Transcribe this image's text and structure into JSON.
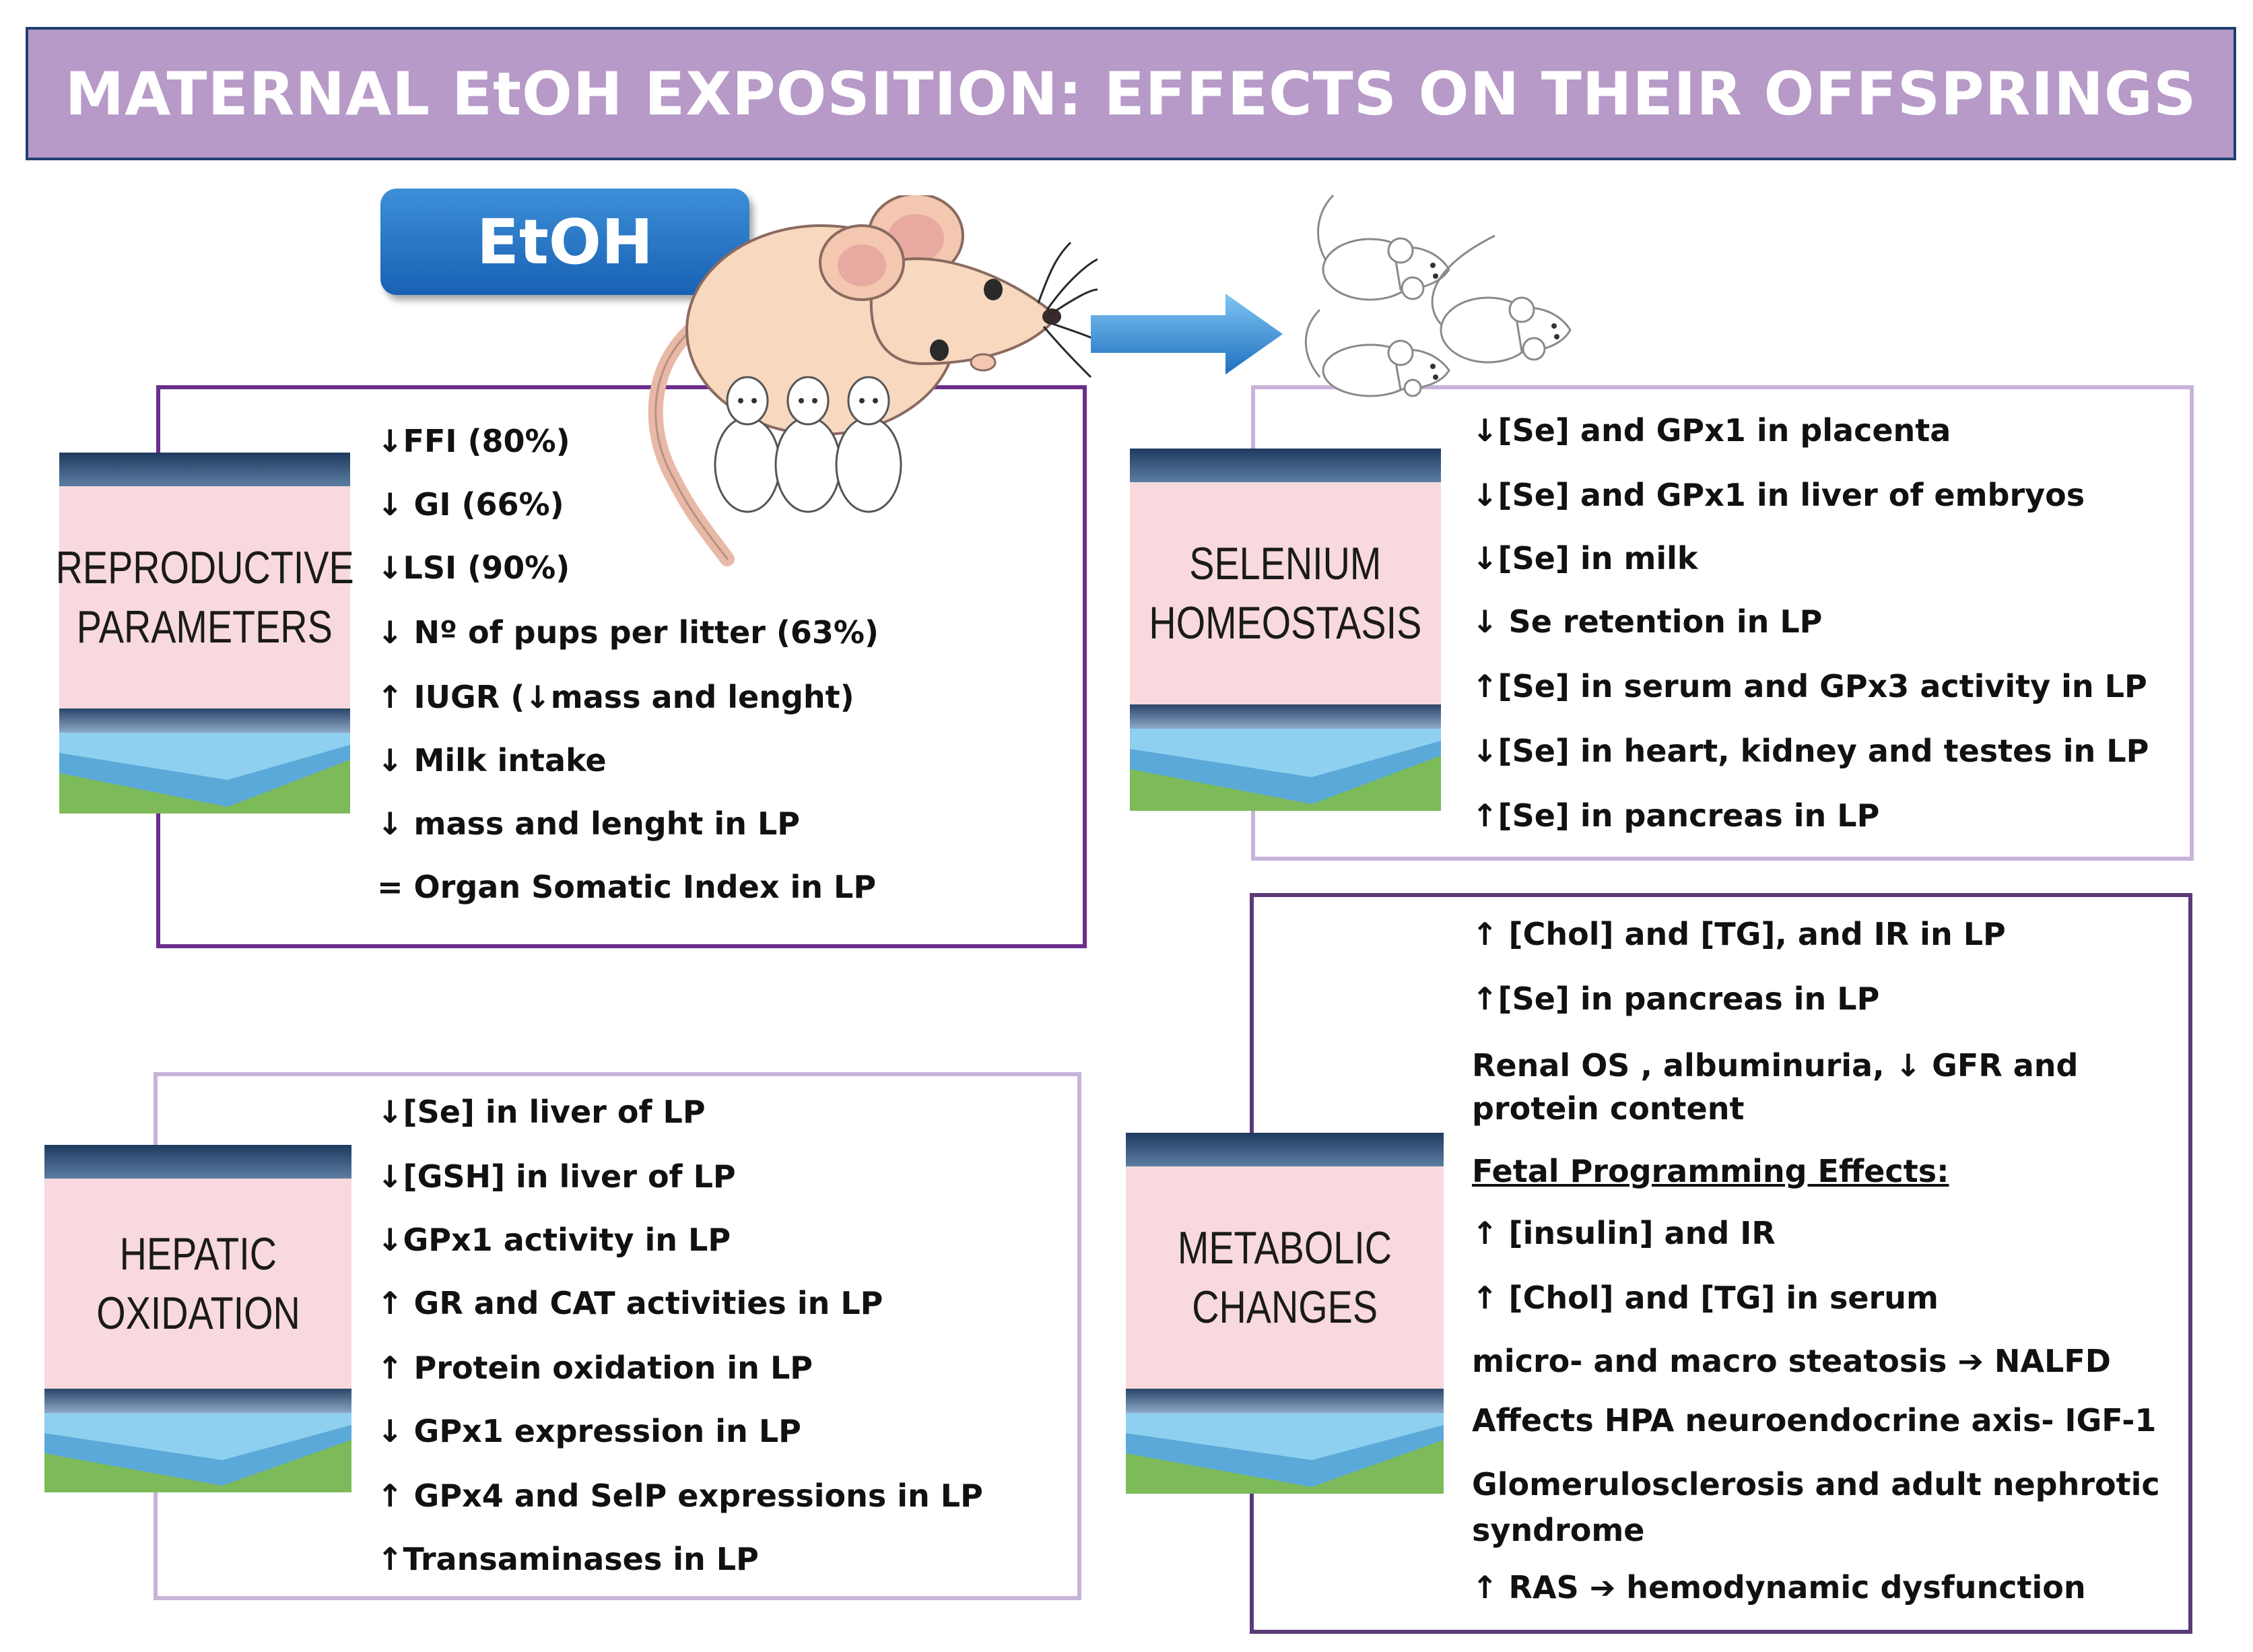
{
  "title": "MATERNAL EtOH EXPOSITION: EFFECTS ON THEIR OFFSPRINGS",
  "etoh_label": "EtOH",
  "colors": {
    "title_bg": "#b79ac8",
    "button_blue": "#1e6fc0",
    "dark_purple_border": "#6a2e8c",
    "light_purple_border": "#c8b3d9",
    "card_pink": "#f8d9dd",
    "card_navy": "#1e3b5f",
    "card_green": "#7dbb5a",
    "card_sky": "#5aa9d8"
  },
  "sections": {
    "reproductive": {
      "label_line1": "REPRODUCTIVE",
      "label_line2": "PARAMETERS",
      "items": [
        "↓FFI (80%)",
        "↓ GI (66%)",
        "↓LSI (90%)",
        "↓ Nº of  pups per litter (63%)",
        "↑ IUGR (↓mass and lenght)",
        "↓ Milk intake",
        "↓ mass and lenght in LP",
        "= Organ Somatic Index in LP"
      ]
    },
    "selenium": {
      "label_line1": "SELENIUM",
      "label_line2": "HOMEOSTASIS",
      "items": [
        "↓[Se] and GPx1 in placenta",
        "↓[Se] and GPx1 in liver of embryos",
        "↓[Se] in milk",
        "↓ Se retention in LP",
        "↑[Se] in serum  and GPx3 activity  in LP",
        "↓[Se] in heart, kidney and testes in LP",
        "↑[Se] in pancreas  in LP"
      ]
    },
    "hepatic": {
      "label_line1": "HEPATIC",
      "label_line2": "OXIDATION",
      "items": [
        "↓[Se] in liver of LP",
        "↓[GSH] in liver of LP",
        "↓GPx1 activity  in LP",
        "↑ GR and CAT activities in LP",
        "↑ Protein oxidation  in LP",
        "↓ GPx1 expression in LP",
        "↑ GPx4 and SelP expressions in LP",
        "↑Transaminases  in LP"
      ]
    },
    "metabolic": {
      "label_line1": "METABOLIC",
      "label_line2": "CHANGES",
      "items": [
        "↑ [Chol] and [TG], and  IR  in LP",
        "↑[Se] in pancreas  in LP",
        "Renal OS , albuminuria,  ↓ GFR and protein content",
        "Fetal Programming  Effects:",
        "↑ [insulin] and IR",
        "↑ [Chol] and [TG] in serum",
        "micro- and macro steatosis ➔ NALFD",
        "Affects HPA neuroendocrine axis- IGF-1",
        "Glomerulosclerosis and adult nephrotic syndrome",
        "↑ RAS ➔ hemodynamic  dysfunction"
      ]
    }
  },
  "icons": [
    "mother-mouse-icon",
    "pup-mouse-icon",
    "right-arrow-icon"
  ]
}
